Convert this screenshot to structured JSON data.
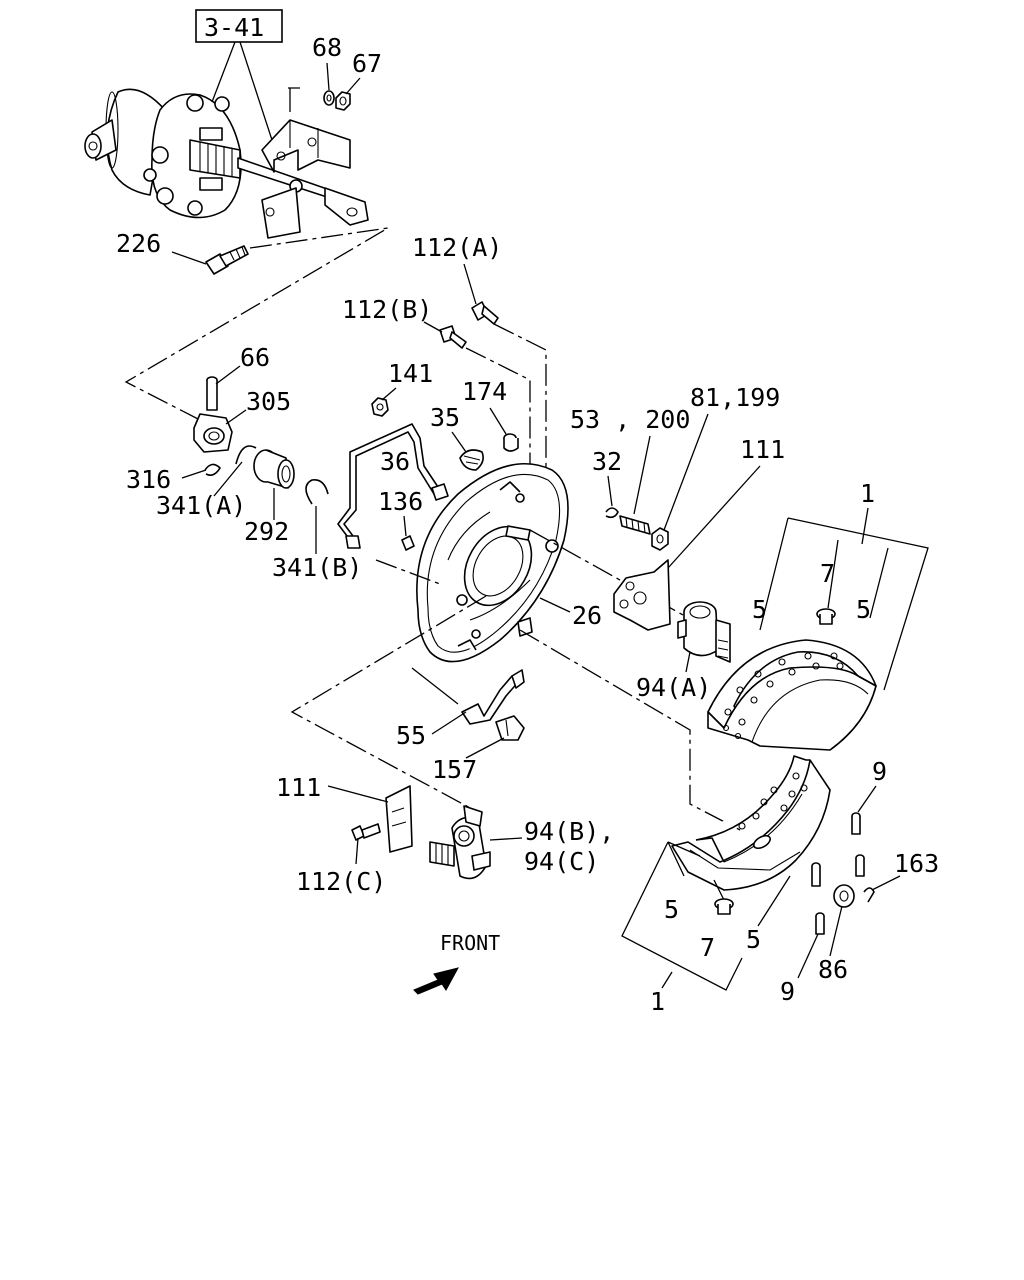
{
  "diagram": {
    "labels": {
      "ref_3_41": "3-41",
      "p68": "68",
      "p67": "67",
      "p226": "226",
      "p112a": "112(A)",
      "p112b": "112(B)",
      "p66": "66",
      "p305": "305",
      "p141": "141",
      "p174": "174",
      "p35": "35",
      "p53_200": "53 , 200",
      "p81_199": "81,199",
      "p111_top": "111",
      "p316": "316",
      "p36": "36",
      "p32": "32",
      "p1_top": "1",
      "p341a": "341(A)",
      "p292": "292",
      "p136": "136",
      "p7_top": "7",
      "p341b": "341(B)",
      "p26": "26",
      "p5_top_left": "5",
      "p5_top_right": "5",
      "p94a": "94(A)",
      "p55": "55",
      "p157": "157",
      "p111_bottom": "111",
      "p9_top": "9",
      "p94b": "94(B),",
      "p94c": "94(C)",
      "p163": "163",
      "p112c": "112(C)",
      "p5_bottom_left": "5",
      "p5_bottom_right": "5",
      "p7_bottom": "7",
      "p86": "86",
      "p9_bottom": "9",
      "p1_bottom": "1",
      "front": "FRONT"
    }
  }
}
